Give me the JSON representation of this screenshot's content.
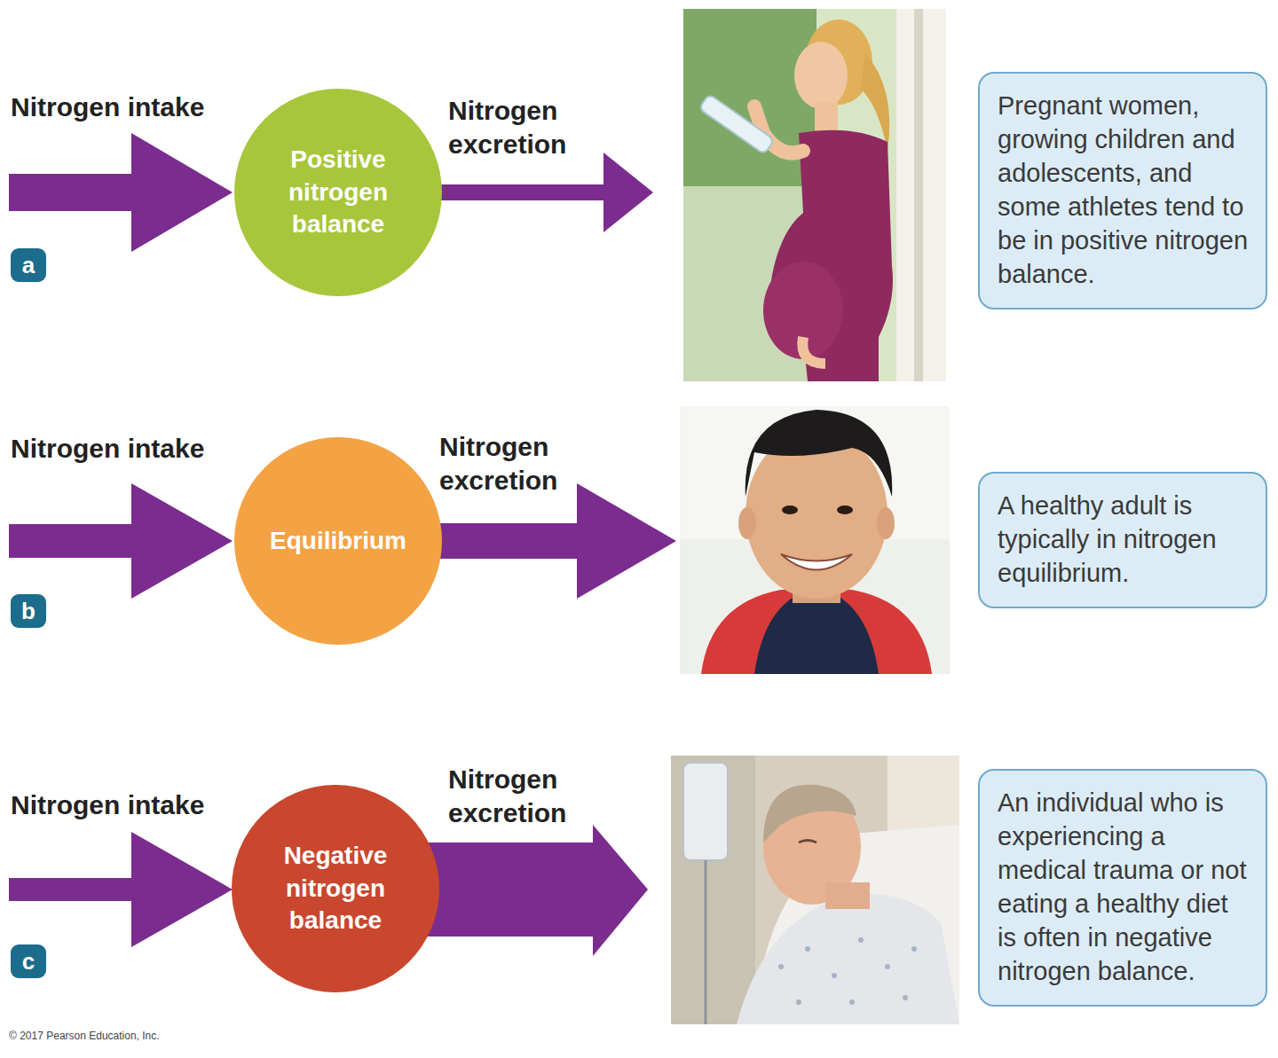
{
  "diagram": {
    "nodes": [
      {
        "text": [
          "Positive nitrogen balance"
        ]
      },
      {
        "text": [
          "a"
        ]
      },
      {
        "text": [
          "Pregnant women, growing children and adolescents, and some athletes tend to be in positive nitrogen balance."
        ]
      },
      {
        "text": [
          "Equilibrium"
        ]
      },
      {
        "text": [
          "b"
        ]
      },
      {
        "text": [
          "A healthy adult is typically in nitrogen equilibrium."
        ]
      },
      {
        "text": [
          "Negative nitrogen balance"
        ]
      },
      {
        "text": [
          "c"
        ]
      },
      {
        "text": [
          "An individual who is experiencing a medical trauma or not eating a healthy diet is often in negative nitrogen balance."
        ]
      }
    ],
    "labels": [
      "Nitrogen intake",
      "Nitrogen excretion",
      "Nitrogen intake",
      "Nitrogen excretion",
      "Nitrogen intake",
      "Nitrogen excretion",
      "© 2017 Pearson Education, Inc."
    ]
  }
}
